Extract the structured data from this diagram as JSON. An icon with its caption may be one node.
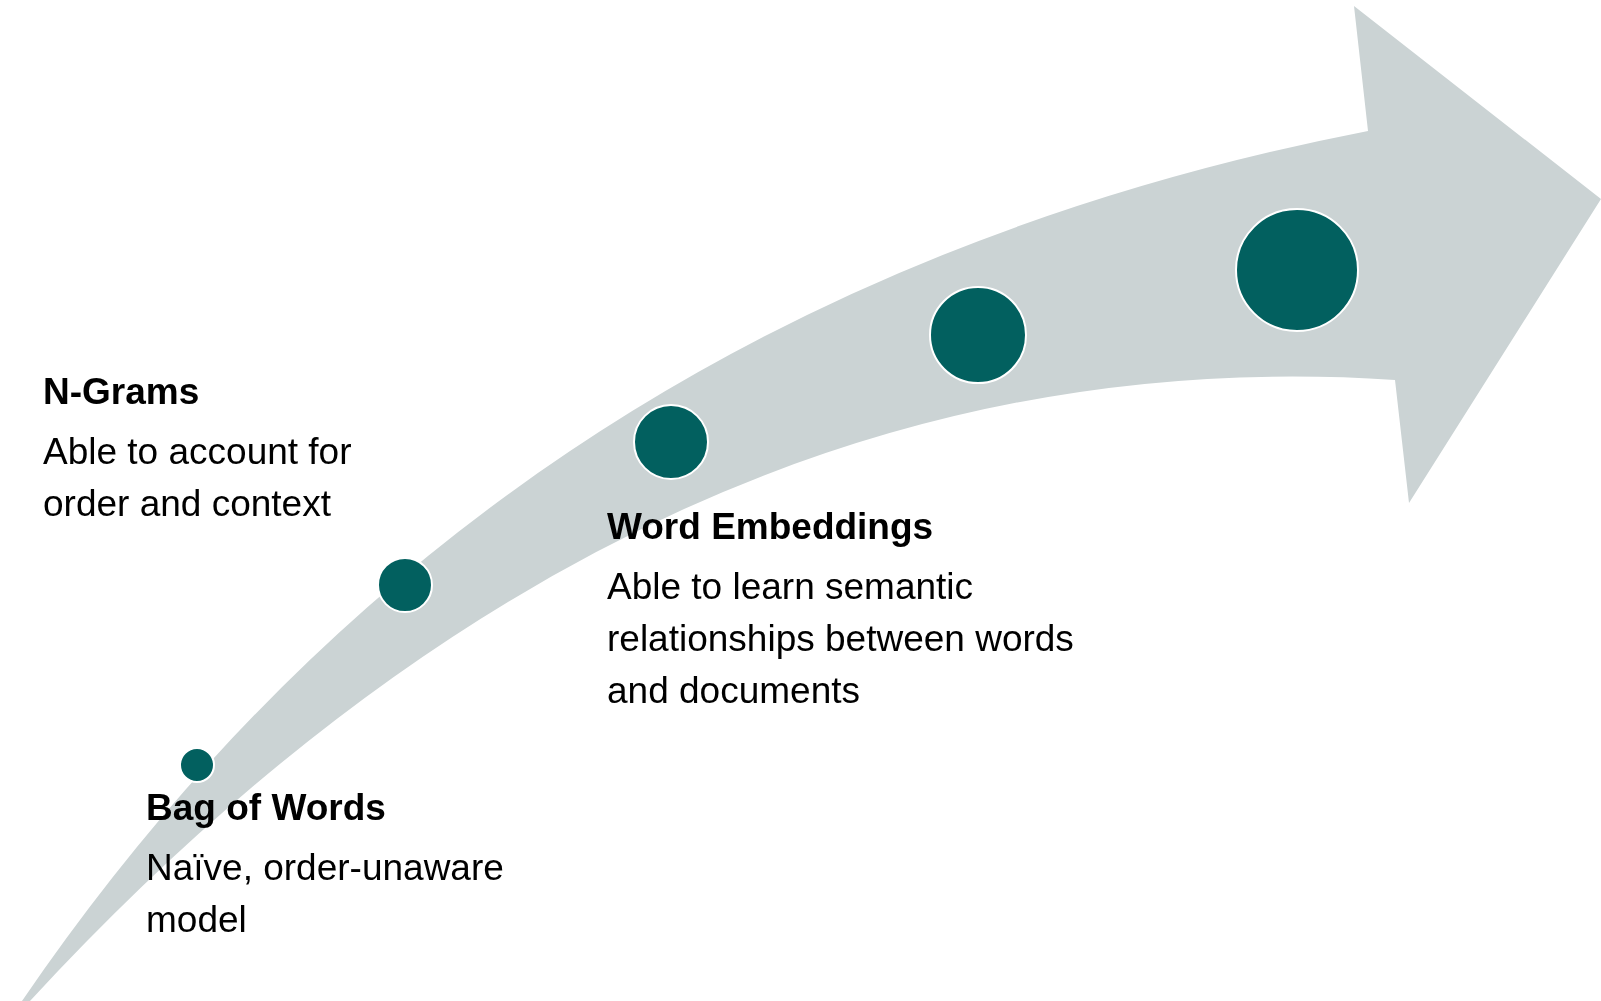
{
  "diagram": {
    "nodes": [
      {
        "text": [],
        "shape": "circle",
        "beside": [
          "Bag of Words",
          "Naïve, order-unaware model"
        ]
      },
      {
        "text": [],
        "shape": "circle",
        "beside": [
          "N-Grams",
          "Able to account for order and context"
        ]
      },
      {
        "text": [],
        "shape": "circle",
        "beside": [
          "Word Embeddings",
          "Able to learn semantic relationships between words and documents"
        ]
      },
      {
        "text": [],
        "shape": "circle"
      },
      {
        "text": [],
        "shape": "circle"
      }
    ]
  }
}
